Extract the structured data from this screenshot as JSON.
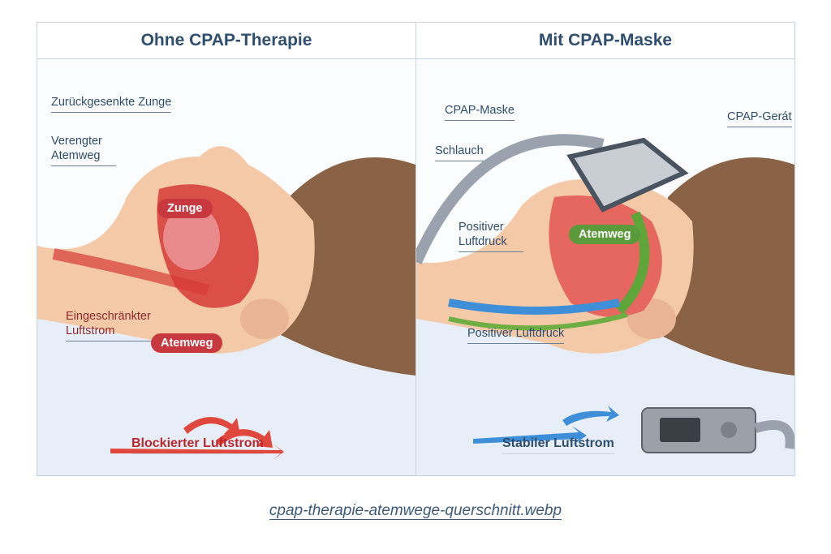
{
  "left_panel": {
    "title": "Ohne CPAP-Therapie",
    "labels": {
      "receded_tongue": "Zurückgesenkte Zunge",
      "narrowed_airway": "Verengter Atemweg",
      "tongue": "Zunge",
      "restricted_airflow": "Eingeschränkter Luftstrom",
      "airway": "Atemweg",
      "bottom": "Blockierter Luftstrom"
    }
  },
  "right_panel": {
    "title": "Mit CPAP-Maske",
    "labels": {
      "mask": "CPAP-Maske",
      "device": "CPAP-Gerát",
      "hose": "Schlauch",
      "positive_pressure_1": "Positiver Luftdruck",
      "airway": "Atemweg",
      "positive_pressure_2": "Positiver Luftdruck",
      "bottom": "Stabiler Luftstrom"
    }
  },
  "caption": "cpap-therapie-atemwege-querschnitt.webp",
  "colors": {
    "title": "#2f4d6e",
    "red": "#c8393f",
    "green": "#5a9a3a",
    "blue": "#3f8fd8"
  }
}
